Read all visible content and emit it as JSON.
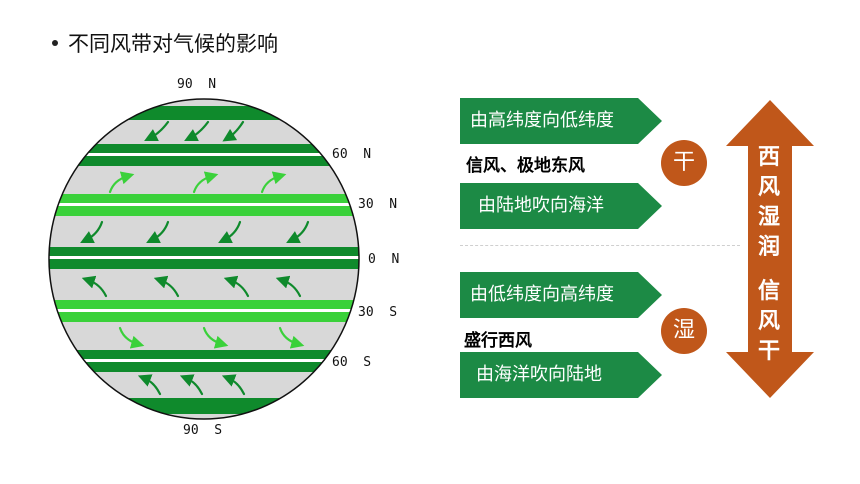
{
  "title": "不同风带对气候的影响",
  "latitudes": {
    "n90": "90  N",
    "n60": "60  N",
    "n30": "30  N",
    "eq": "0  N",
    "s30": "30  S",
    "s60": "60  S",
    "s90": "90  S"
  },
  "dry": {
    "arrow1": "由高纬度向低纬度",
    "label": "信风、极地东风",
    "arrow2": "由陆地吹向海洋",
    "badge": "干"
  },
  "wet": {
    "arrow1": "由低纬度向高纬度",
    "label": "盛行西风",
    "arrow2": "由海洋吹向陆地",
    "badge": "湿"
  },
  "vertical": {
    "top": [
      "西",
      "风",
      "湿",
      "润"
    ],
    "bottom": [
      "信",
      "风",
      "干"
    ]
  },
  "colors": {
    "dark_green": "#0f8a2c",
    "light_green": "#3ad13a",
    "band_gray": "#d8d8d8",
    "box_green": "#1c8a45",
    "orange": "#c0571a"
  }
}
